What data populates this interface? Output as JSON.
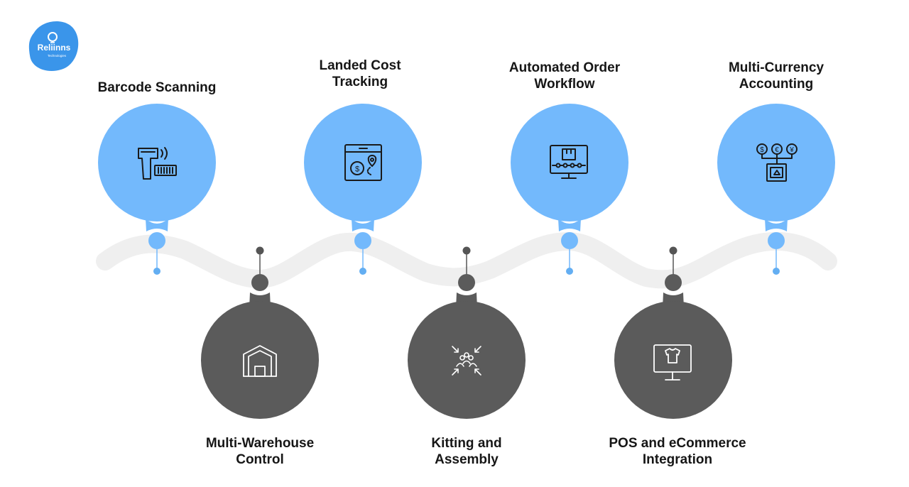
{
  "brand": {
    "logo_text": "Reliinns",
    "logo_sub": "Technologies",
    "logo_color": "#3a95ea"
  },
  "colors": {
    "top_circle": "#73b9fc",
    "top_dot": "#63aef2",
    "bottom_circle": "#5b5b5b",
    "bottom_dot": "#555555",
    "wave": "#efefef",
    "icon_dark": "#1a1a1a",
    "icon_light": "#ffffff"
  },
  "features": {
    "top": [
      {
        "lines": [
          "Barcode Scanning"
        ],
        "icon": "barcode-scanner-icon"
      },
      {
        "lines": [
          "Landed Cost",
          "Tracking"
        ],
        "icon": "cost-tracking-icon"
      },
      {
        "lines": [
          "Automated Order",
          "Workflow"
        ],
        "icon": "order-workflow-icon"
      },
      {
        "lines": [
          "Multi-Currency",
          "Accounting"
        ],
        "icon": "multi-currency-icon"
      }
    ],
    "bottom": [
      {
        "lines": [
          "Multi-Warehouse",
          "Control"
        ],
        "icon": "warehouse-icon"
      },
      {
        "lines": [
          "Kitting and",
          "Assembly"
        ],
        "icon": "kitting-assembly-icon"
      },
      {
        "lines": [
          "POS and eCommerce",
          "Integration"
        ],
        "icon": "pos-ecommerce-icon"
      }
    ]
  }
}
